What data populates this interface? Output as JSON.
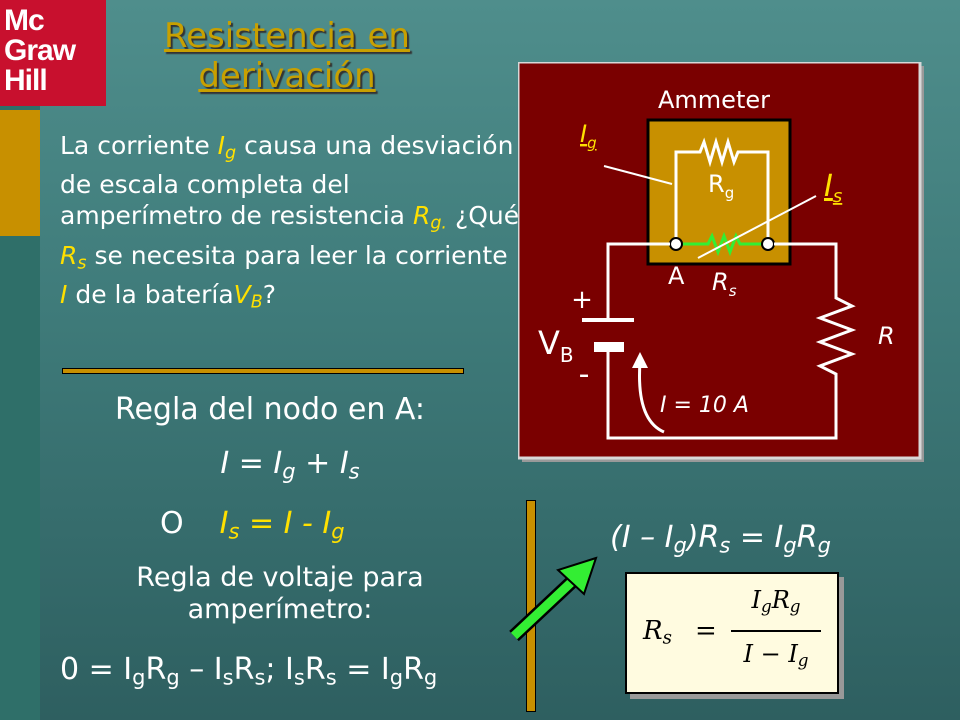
{
  "logo": {
    "line1": "Mc",
    "line2": "Graw",
    "line3": "Hill"
  },
  "title": {
    "line1": "Resistencia en",
    "line2": "derivación"
  },
  "intro": {
    "t1": "La corriente ",
    "v1": "I",
    "v1sub": "g",
    "t2": " causa una desviación de escala completa del amperímetro de resistencia ",
    "v2": "R",
    "v2sub": "g.",
    "t3": " ¿Qué ",
    "v3": "R",
    "v3sub": "s",
    "t4": " se necesita para leer la corriente ",
    "v4": "I",
    "t5": " de la batería",
    "v5": "V",
    "v5sub": "B",
    "t6": "?"
  },
  "node_rule": "Regla del nodo en A:",
  "eq1": {
    "a": "I = I",
    "asub": "g",
    "b": " + I",
    "bsub": "s"
  },
  "eq2": {
    "o": "O",
    "a": "I",
    "asub": "s",
    "b": " = I - I",
    "bsub": "g"
  },
  "volt_rule": {
    "line1": "Regla de voltaje para",
    "line2": "amperímetro:"
  },
  "eq3": {
    "p1": "0 = I",
    "s1": "g",
    "p2": "R",
    "s2": "g",
    "p3": " – I",
    "s3": "s",
    "p4": "R",
    "s4": "s",
    "p5": ";  I",
    "s5": "s",
    "p6": "R",
    "s6": "s",
    "p7": " = I",
    "s7": "g",
    "p8": "R",
    "s8": "g"
  },
  "eq4": {
    "p1": "(I – I",
    "s1": "g",
    "p2": ")R",
    "s2": "s",
    "p3": " = I",
    "s3": "g",
    "p4": "R",
    "s4": "g"
  },
  "formula": {
    "lhs": "R",
    "lhs_sub": "s",
    "eq": "=",
    "num_a": "I",
    "num_a_sub": "g",
    "num_b": "R",
    "num_b_sub": "g",
    "den_a": "I",
    "den_op": " − ",
    "den_b": "I",
    "den_b_sub": "g"
  },
  "diagram": {
    "ammeter_label": "Ammeter",
    "ig_label": "I",
    "ig_sub": "g",
    "rg_label": "R",
    "rg_sub": "g",
    "is_label": "I",
    "is_sub": "s",
    "node_label": "A",
    "rs_label": "R",
    "rs_sub": "s",
    "plus": "+",
    "minus": "-",
    "vb_label": "V",
    "vb_sub": "B",
    "r_label": "R",
    "current_label": "I = 10 A"
  },
  "colors": {
    "bg": "#3e7a79",
    "accent_gold": "#c89000",
    "diagram_bg": "#7a0000",
    "text_yellow": "#ffe000",
    "wire_green": "#33ff33"
  }
}
